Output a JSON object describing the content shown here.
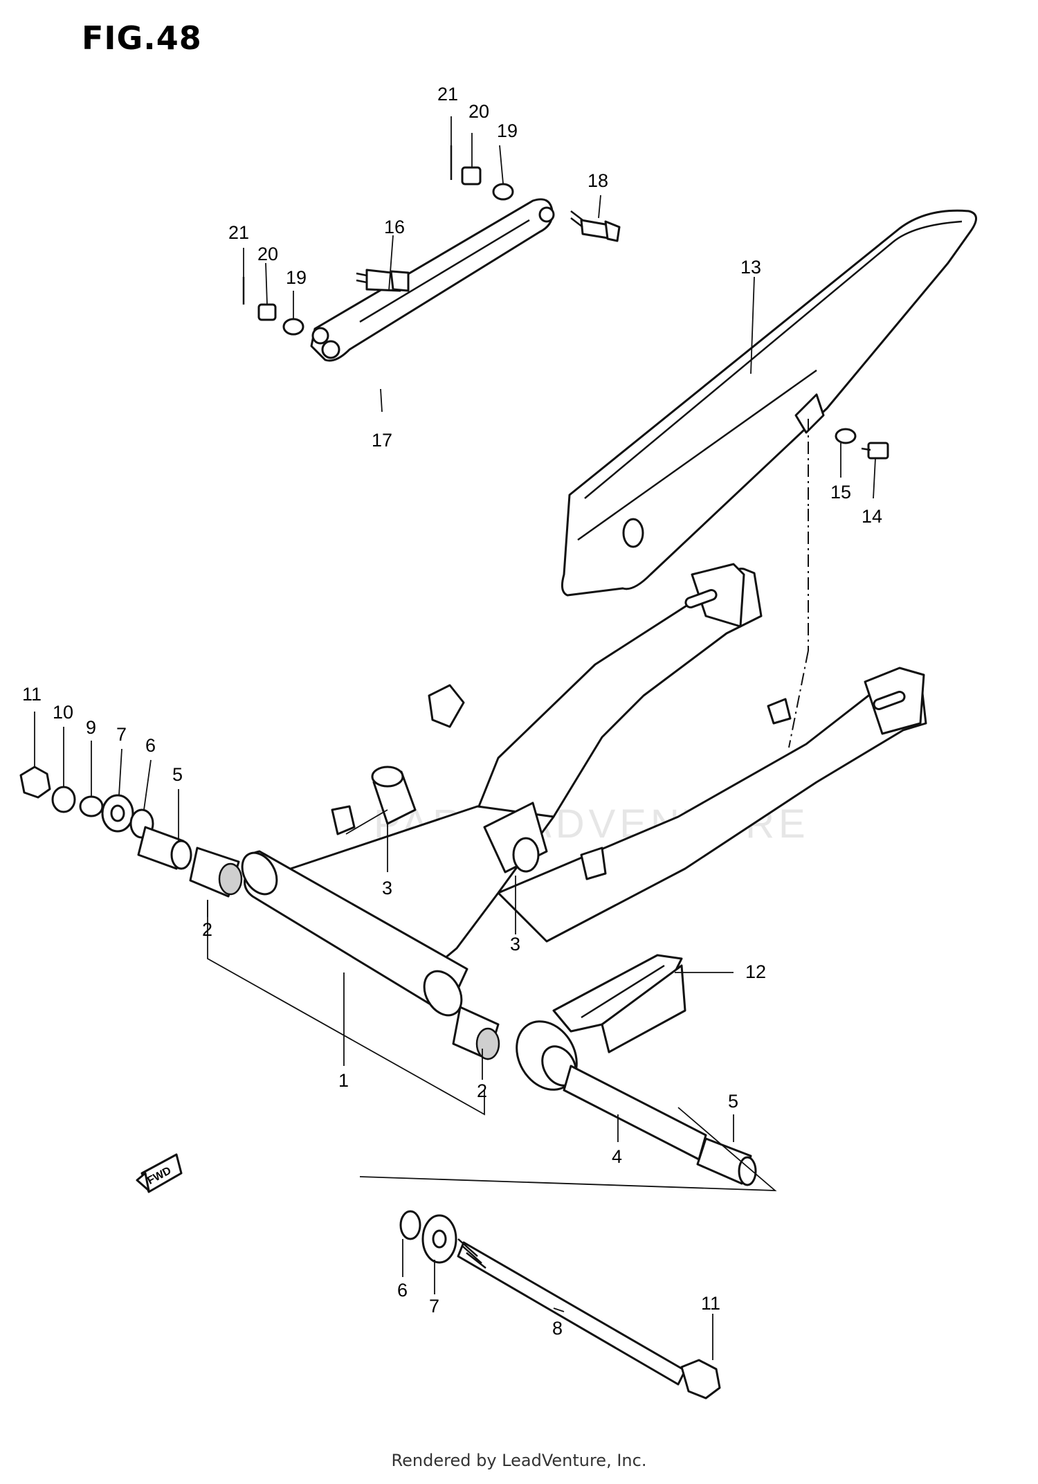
{
  "figure": {
    "title": "FIG.48",
    "watermark": "PARTSADVENTURE",
    "footer": "Rendered by LeadVenture, Inc.",
    "fwd_label": "FWD"
  },
  "callouts": [
    {
      "id": "c21a",
      "text": "21"
    },
    {
      "id": "c20a",
      "text": "20"
    },
    {
      "id": "c19a",
      "text": "19"
    },
    {
      "id": "c18",
      "text": "18"
    },
    {
      "id": "c16",
      "text": "16"
    },
    {
      "id": "c21b",
      "text": "21"
    },
    {
      "id": "c20b",
      "text": "20"
    },
    {
      "id": "c19b",
      "text": "19"
    },
    {
      "id": "c17",
      "text": "17"
    },
    {
      "id": "c13",
      "text": "13"
    },
    {
      "id": "c15",
      "text": "15"
    },
    {
      "id": "c14",
      "text": "14"
    },
    {
      "id": "c11a",
      "text": "11"
    },
    {
      "id": "c10",
      "text": "10"
    },
    {
      "id": "c9",
      "text": "9"
    },
    {
      "id": "c7a",
      "text": "7"
    },
    {
      "id": "c6a",
      "text": "6"
    },
    {
      "id": "c5a",
      "text": "5"
    },
    {
      "id": "c3a",
      "text": "3"
    },
    {
      "id": "c3b",
      "text": "3"
    },
    {
      "id": "c2a",
      "text": "2"
    },
    {
      "id": "c12",
      "text": "12"
    },
    {
      "id": "c1",
      "text": "1"
    },
    {
      "id": "c2b",
      "text": "2"
    },
    {
      "id": "c5b",
      "text": "5"
    },
    {
      "id": "c4",
      "text": "4"
    },
    {
      "id": "c6b",
      "text": "6"
    },
    {
      "id": "c7b",
      "text": "7"
    },
    {
      "id": "c11b",
      "text": "11"
    },
    {
      "id": "c8",
      "text": "8"
    }
  ]
}
